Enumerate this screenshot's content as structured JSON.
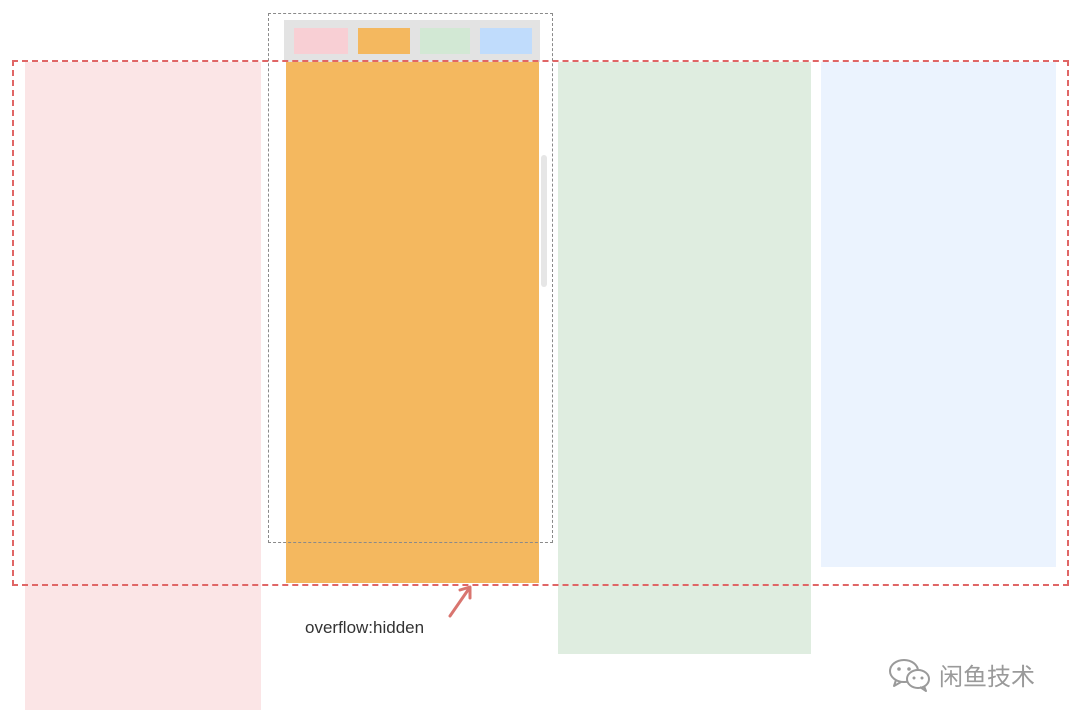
{
  "diagram": {
    "overflow_label": "overflow:hidden",
    "columns": [
      {
        "name": "pink",
        "color": "#fbe5e6"
      },
      {
        "name": "orange",
        "color": "#f4b85f"
      },
      {
        "name": "green",
        "color": "#dfede0"
      },
      {
        "name": "blue",
        "color": "#ebf3fe"
      }
    ],
    "tabs": [
      {
        "name": "pink",
        "color": "#f8cfd4"
      },
      {
        "name": "orange",
        "color": "#f4b85f"
      },
      {
        "name": "green",
        "color": "#d2e8d4"
      },
      {
        "name": "blue",
        "color": "#c0dcfc"
      }
    ],
    "colors": {
      "overflow_border": "#e06666",
      "arrow": "#d9756f",
      "viewport_border": "#8a8a8a",
      "tabbar": "#e3e3e3"
    }
  },
  "watermark": {
    "text": "闲鱼技术",
    "icon": "wechat-icon"
  }
}
